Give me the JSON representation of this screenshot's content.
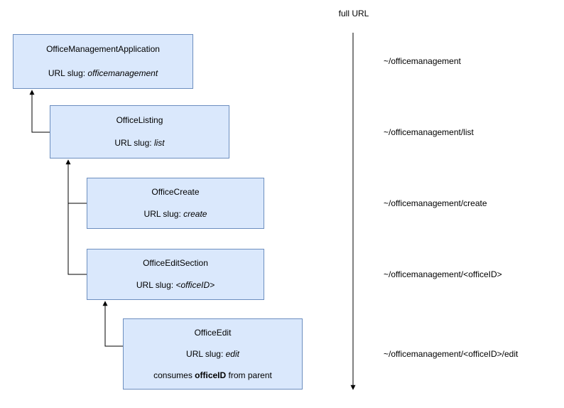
{
  "diagram": {
    "axis": {
      "label": "full URL"
    },
    "nodes": [
      {
        "title": "OfficeManagementApplication",
        "slug_label": "URL slug: ",
        "slug_value": "officemanagement"
      },
      {
        "title": "OfficeListing",
        "slug_label": "URL slug: ",
        "slug_value": "list"
      },
      {
        "title": "OfficeCreate",
        "slug_label": "URL slug: ",
        "slug_value": "create"
      },
      {
        "title": "OfficeEditSection",
        "slug_label": "URL slug: ",
        "slug_value": "<officeID>"
      },
      {
        "title": "OfficeEdit",
        "slug_label": "URL slug: ",
        "slug_value": "edit",
        "note_prefix": "consumes ",
        "note_bold": "officeID",
        "note_suffix": " from parent"
      }
    ],
    "urls": [
      "~/officemanagement",
      "~/officemanagement/list",
      "~/officemanagement/create",
      "~/officemanagement/<officeID>",
      "~/officemanagement/<officeID>/edit"
    ],
    "colors": {
      "node_fill": "#dae8fc",
      "node_border": "#6c8ebf",
      "line": "#000000"
    }
  }
}
